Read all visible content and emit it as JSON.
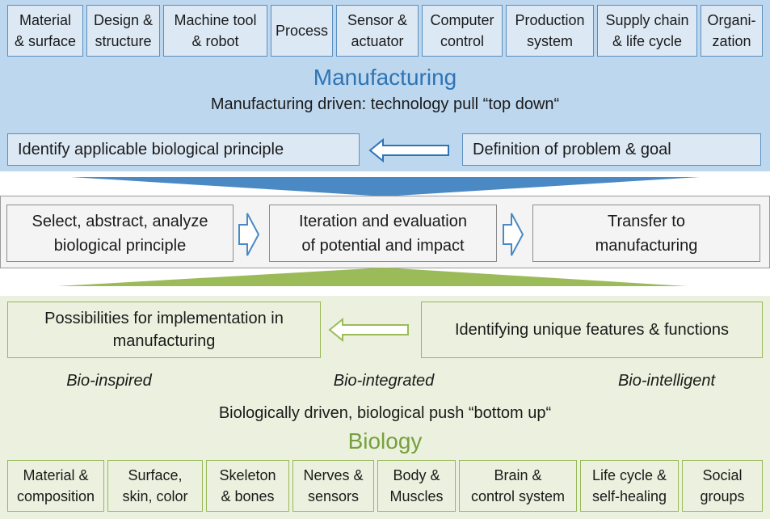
{
  "manufacturing": {
    "categories": [
      "Material\n& surface",
      "Design &\nstructure",
      "Machine tool\n& robot",
      "Process",
      "Sensor &\nactuator",
      "Computer\ncontrol",
      "Production\nsystem",
      "Supply chain\n& life cycle",
      "Organi-\nzation"
    ],
    "title": "Manufacturing",
    "subtitle": "Manufacturing driven: technology pull “top down“",
    "identify_label": "Identify applicable biological principle",
    "definition_label": "Definition of problem & goal"
  },
  "process": {
    "steps": [
      "Select, abstract, analyze\nbiological principle",
      "Iteration and evaluation\nof potential and impact",
      "Transfer to\nmanufacturing"
    ]
  },
  "biology": {
    "possibilities_label": "Possibilities for implementation in\nmanufacturing",
    "features_label": "Identifying unique features & functions",
    "modes": [
      "Bio-inspired",
      "Bio-integrated",
      "Bio-intelligent"
    ],
    "subtitle": "Biologically driven, biological push “bottom up“",
    "title": "Biology",
    "categories": [
      "Material &\ncomposition",
      "Surface,\nskin, color",
      "Skeleton\n& bones",
      "Nerves &\nsensors",
      "Body &\nMuscles",
      "Brain &\ncontrol system",
      "Life cycle &\nself-healing",
      "Social\ngroups"
    ]
  },
  "colors": {
    "manufacturing_band": "#bdd7ee",
    "manufacturing_accent": "#2e74b5",
    "biology_band": "#ebf1de",
    "biology_accent": "#77a03d"
  }
}
